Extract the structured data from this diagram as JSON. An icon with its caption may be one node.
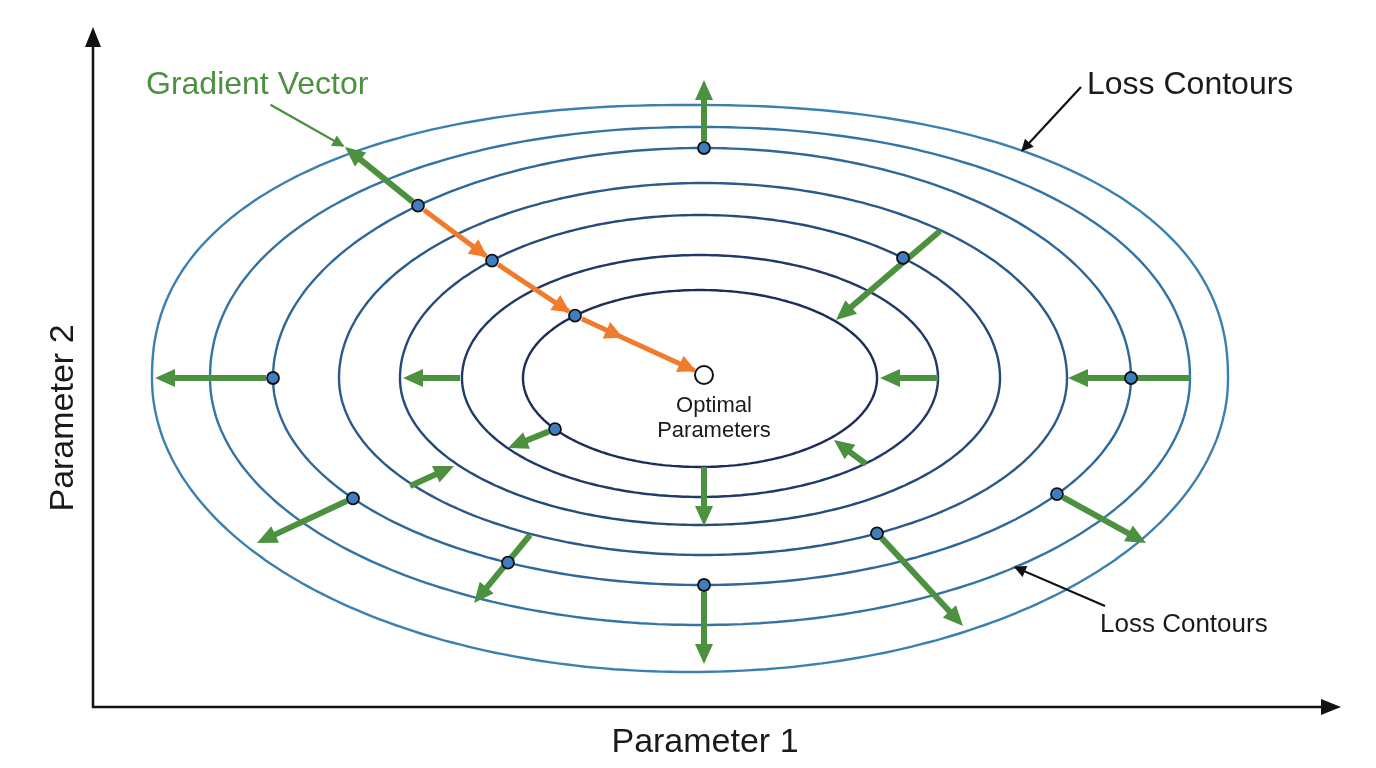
{
  "diagram": {
    "nodes": [
      {
        "text": [
          "Gradient Vector"
        ]
      },
      {
        "text": [
          "Loss Contours"
        ]
      },
      {
        "text": [],
        "shape": "arrow"
      },
      {
        "text": [],
        "shape": "arrow"
      },
      {
        "text": [],
        "shape": "circle"
      },
      {
        "text": [],
        "shape": "arrow"
      },
      {
        "text": [],
        "shape": "circle"
      },
      {
        "text": [],
        "shape": "circle"
      },
      {
        "text": [],
        "shape": "arrow"
      },
      {
        "text": [],
        "shape": "arrow"
      },
      {
        "text": [],
        "shape": "circle",
        "beside": [
          "Optimal Parameters"
        ]
      },
      {
        "text": [],
        "shape": "arrow"
      },
      {
        "text": [],
        "shape": "arrow"
      },
      {
        "text": [],
        "shape": "arrow"
      },
      {
        "text": [],
        "shape": "arrow"
      },
      {
        "text": [],
        "shape": "arrow"
      },
      {
        "text": [],
        "shape": "arrow"
      },
      {
        "text": [],
        "shape": "arrow"
      },
      {
        "text": [],
        "shape": "arrow"
      },
      {
        "text": [],
        "shape": "arrow"
      },
      {
        "text": [],
        "shape": "arrow"
      },
      {
        "text": [],
        "shape": "arrow"
      },
      {
        "text": [
          "Loss Contours"
        ]
      }
    ],
    "edges": [
      {
        "from": 0,
        "to": 3,
        "arrow": "to",
        "color": "#4c9140"
      },
      {
        "from": 1,
        "to": null,
        "arrow": "to",
        "color": "#111111"
      },
      {
        "from": 4,
        "to": 6,
        "arrow": "to",
        "style": "thick",
        "color": "#f07b2c"
      },
      {
        "from": 6,
        "to": 7,
        "arrow": "to",
        "style": "thick",
        "color": "#f07b2c"
      },
      {
        "from": 7,
        "to": 10,
        "arrow": "to",
        "style": "thick",
        "color": "#f07b2c"
      },
      {
        "from": 22,
        "to": null,
        "arrow": "to",
        "color": "#111111"
      }
    ],
    "labels": [
      "Parameter 2",
      "Parameter 1"
    ]
  }
}
